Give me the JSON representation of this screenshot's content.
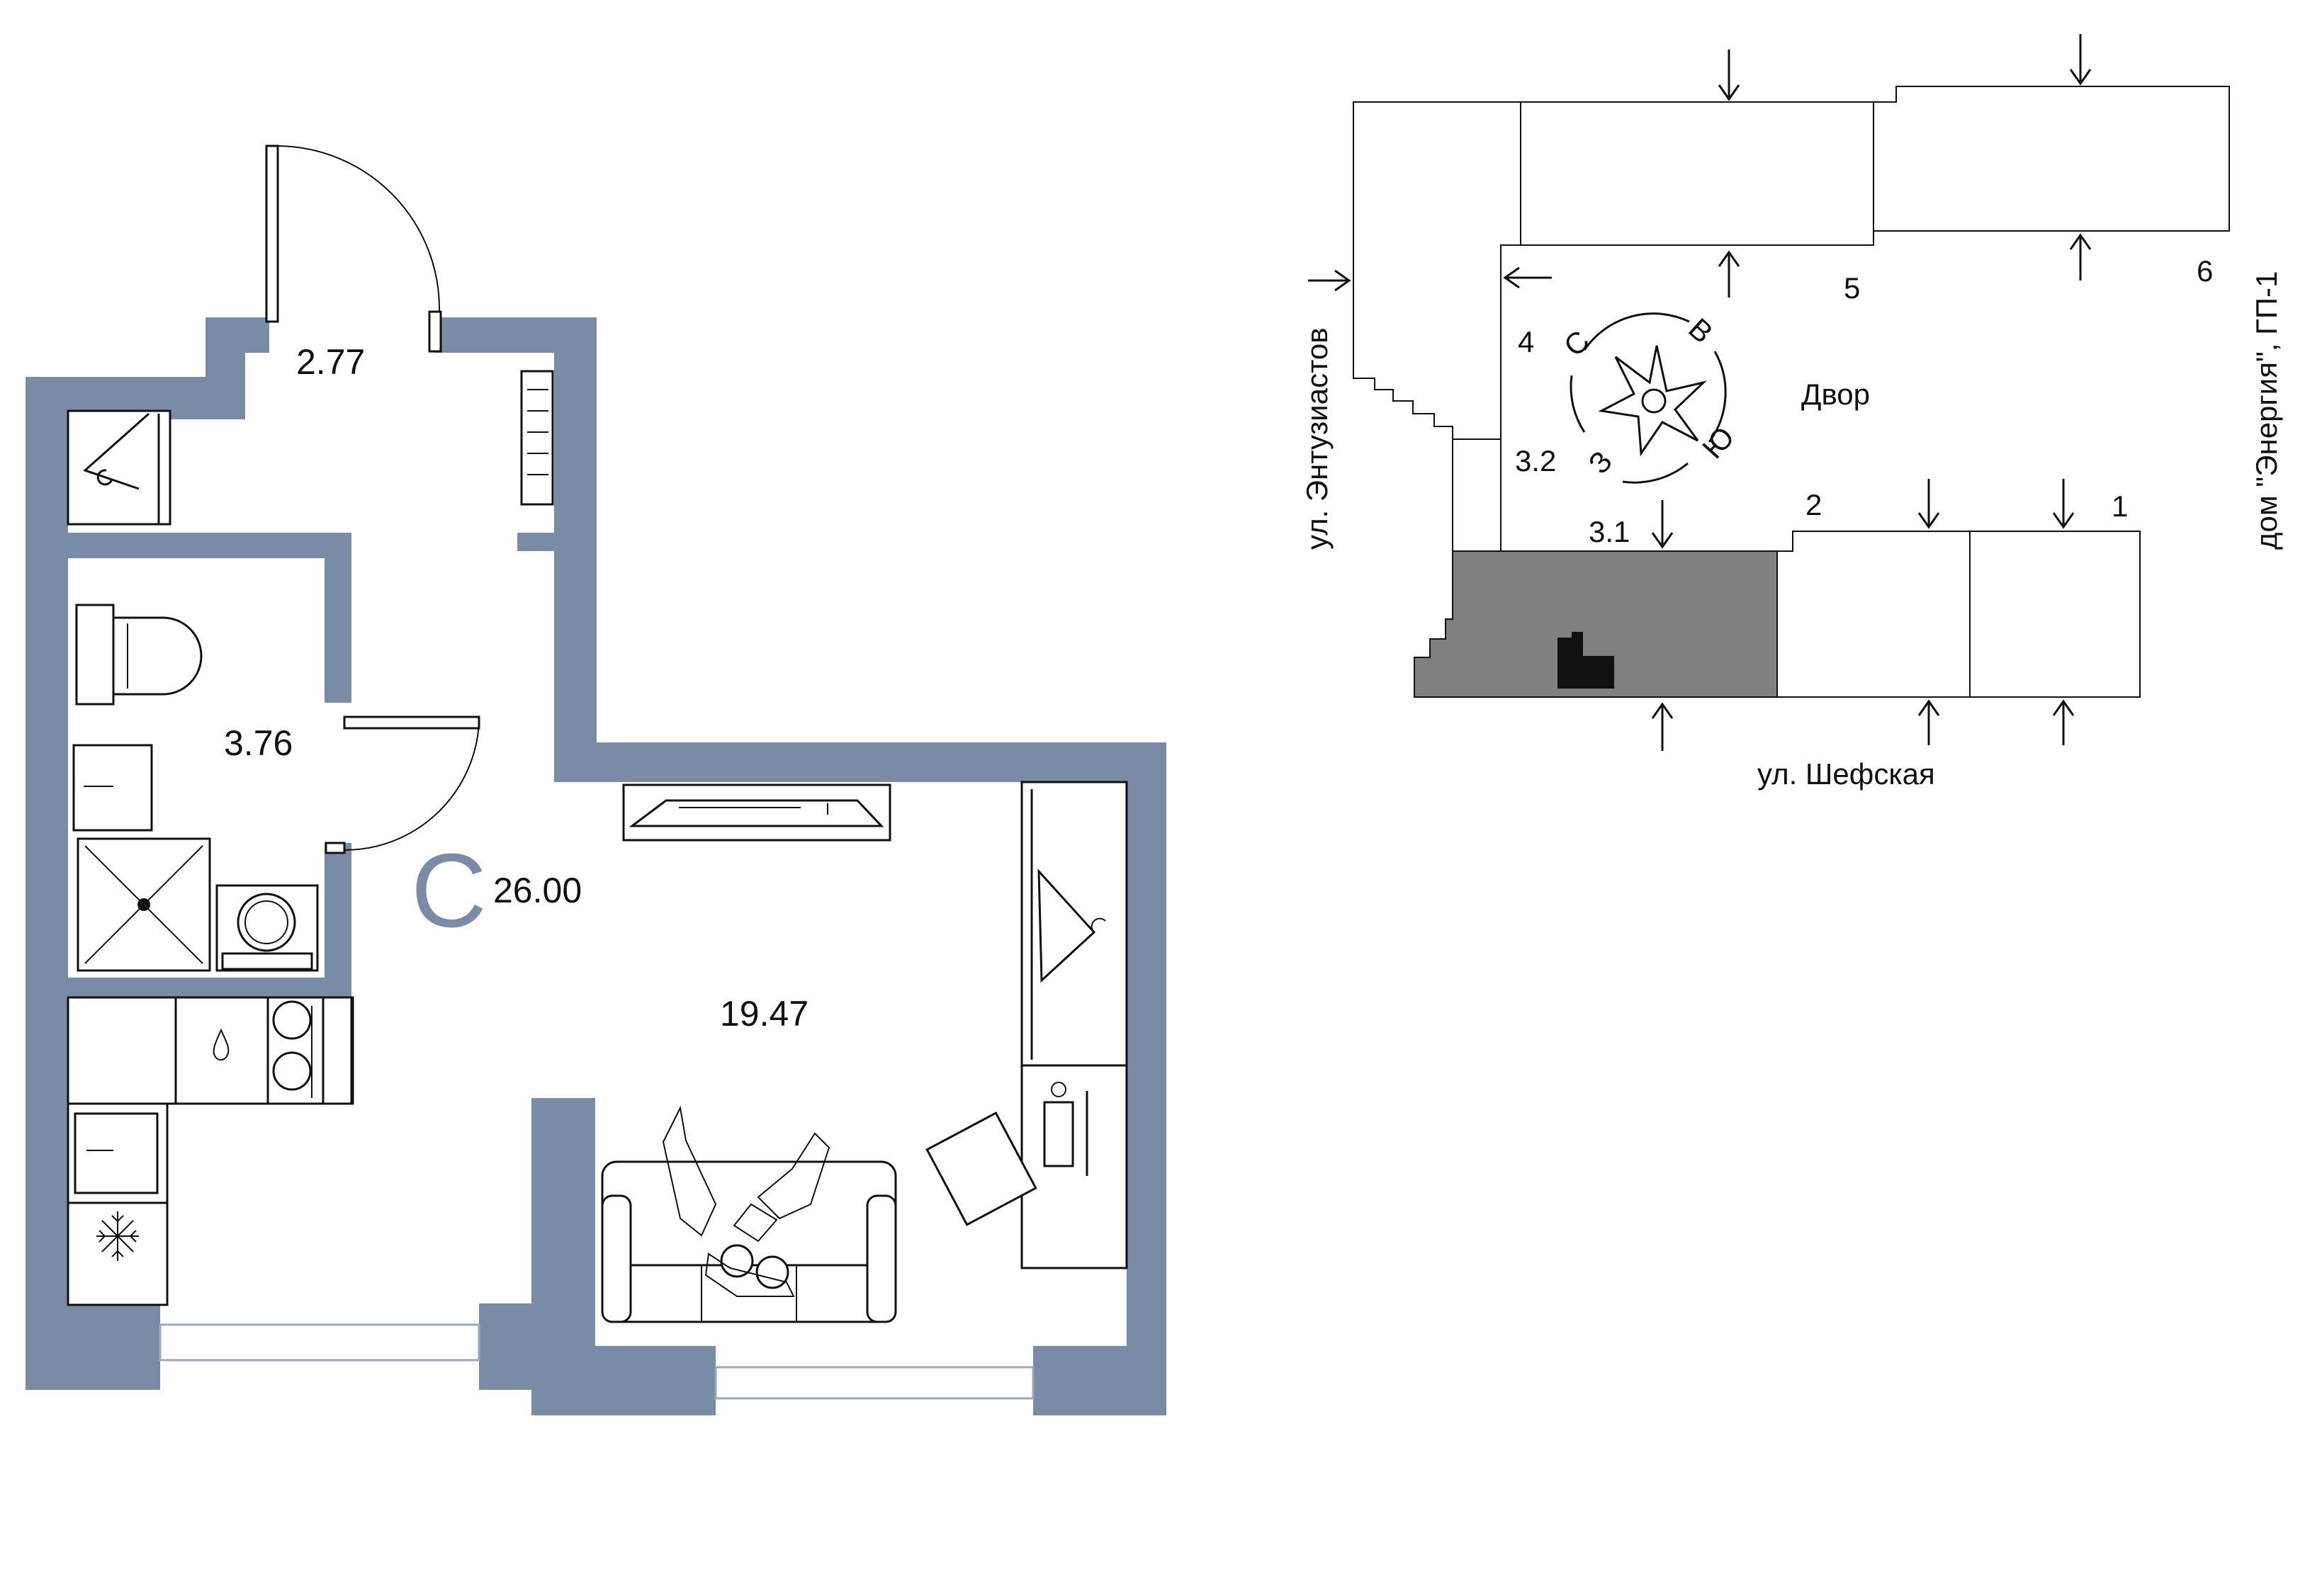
{
  "floor_plan": {
    "apartment_type": "С",
    "total_area": "26.00",
    "rooms": [
      {
        "name": "hallway",
        "area": "2.77"
      },
      {
        "name": "bathroom",
        "area": "3.76"
      },
      {
        "name": "living-room",
        "area": "19.47"
      }
    ],
    "colors": {
      "wall": "#7a8ba6",
      "outline": "#111111",
      "selected_section": "#808080"
    }
  },
  "site_plan": {
    "sections": [
      "1",
      "2",
      "3.1",
      "3.2",
      "4",
      "5",
      "6"
    ],
    "yard_label": "Двор",
    "streets": {
      "bottom": "ул. Шефская",
      "left": "ул. Энтузиастов"
    },
    "neighbor": "дом \"Энергия\", ГП-1",
    "compass": {
      "north": "С",
      "east": "В",
      "south": "Ю",
      "west": "З"
    }
  }
}
